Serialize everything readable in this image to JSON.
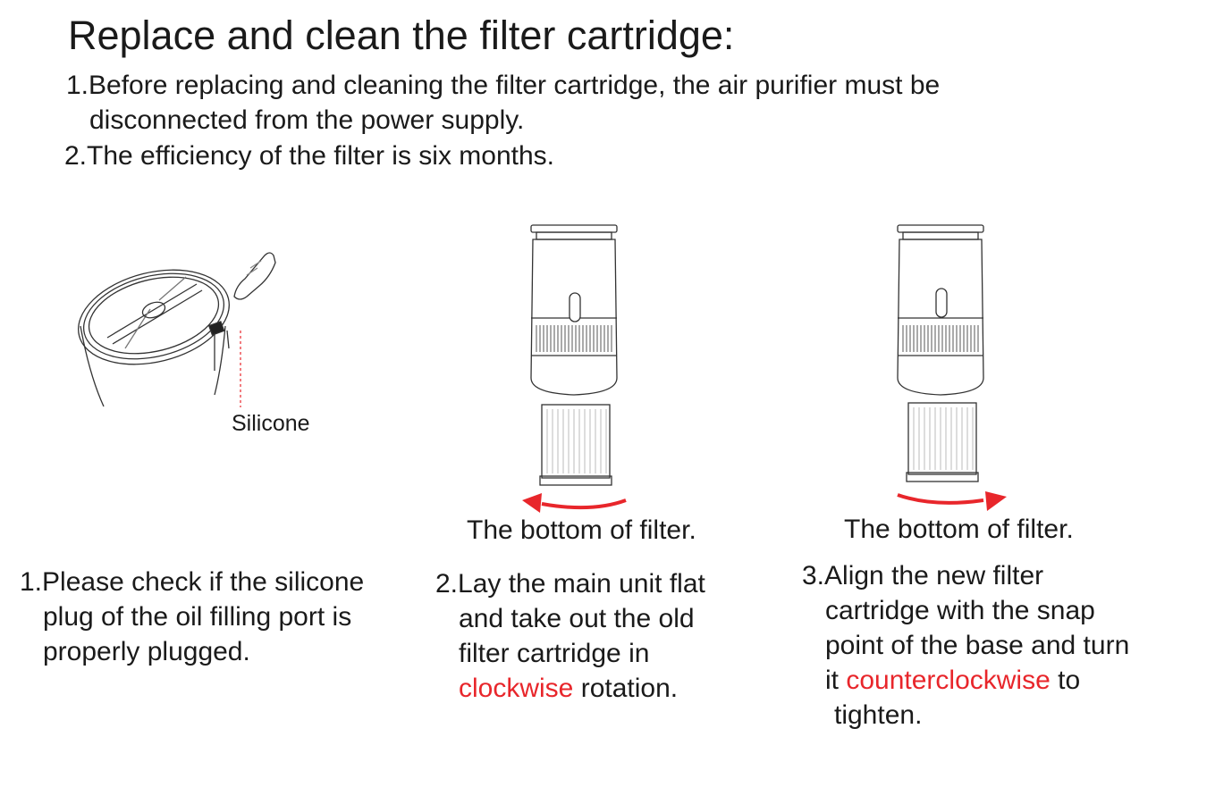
{
  "title": "Replace and clean the filter cartridge:",
  "notes": [
    {
      "line1": "1.Before replacing and cleaning the filter cartridge, the air purifier must be",
      "line2": "disconnected from the power supply."
    },
    {
      "line1": "2.The efficiency of the filter is six months."
    }
  ],
  "figure1": {
    "label": "Silicone"
  },
  "figure2": {
    "caption": "The bottom of filter."
  },
  "figure3": {
    "caption": "The bottom of filter."
  },
  "steps": [
    {
      "lines": [
        "1.Please check if the silicone",
        "plug of the oil filling port is",
        "properly plugged."
      ]
    },
    {
      "lines": [
        "2.Lay the main unit flat",
        "and take out the old",
        "filter cartridge in"
      ],
      "highlight": "clockwise",
      "after": " rotation."
    },
    {
      "lines": [
        "3.Align the new filter",
        "cartridge with the snap",
        "point of the base and turn"
      ],
      "prefix": "it ",
      "highlight": "counterclockwise",
      "after": " to",
      "last": "tighten."
    }
  ],
  "colors": {
    "accent": "#e8262b",
    "text": "#1a1a1a"
  }
}
